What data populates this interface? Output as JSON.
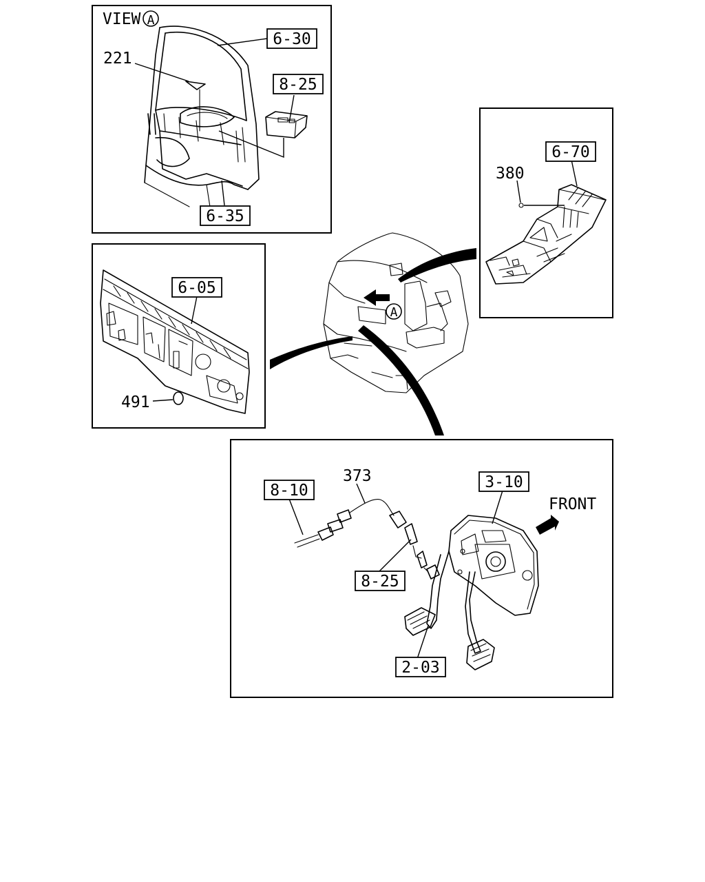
{
  "view_label": "VIEW",
  "view_marker": "A",
  "cab_marker": "A",
  "front_label": "FRONT",
  "part_numbers": {
    "p221": "221",
    "p380": "380",
    "p491": "491",
    "p373": "373"
  },
  "reference_boxes": {
    "r630": "6-30",
    "r825_top": "8-25",
    "r635": "6-35",
    "r670": "6-70",
    "r605": "6-05",
    "r810": "8-10",
    "r310": "3-10",
    "r825_bottom": "8-25",
    "r203": "2-03"
  }
}
